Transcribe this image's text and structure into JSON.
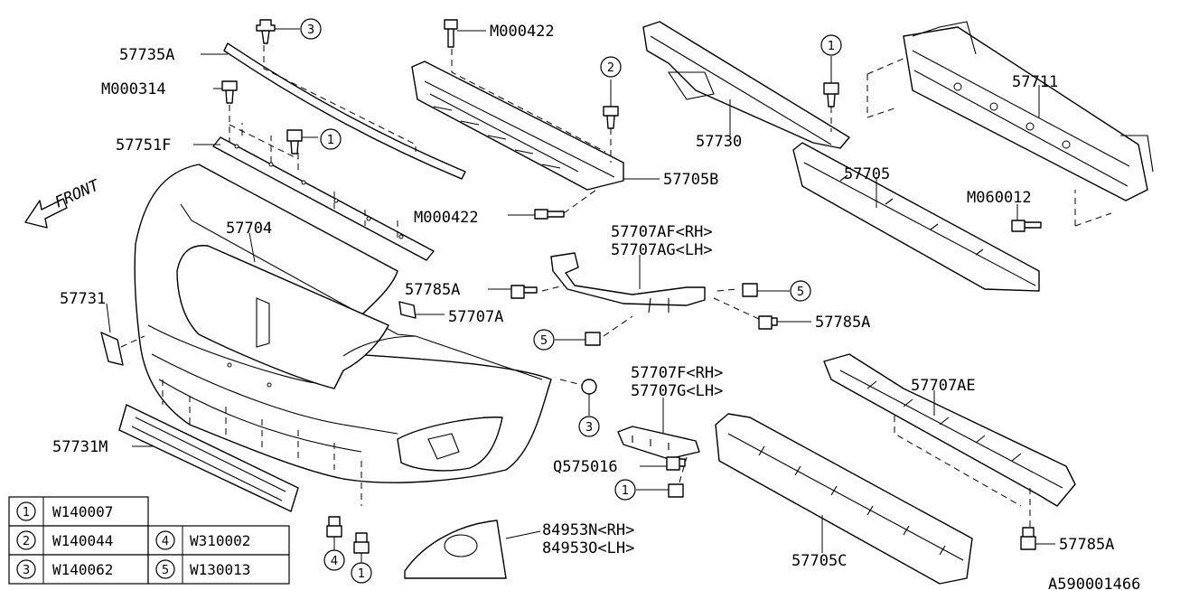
{
  "labels": {
    "p57735A": "57735A",
    "pM000314": "M000314",
    "p57751F": "57751F",
    "pM000422_top": "M000422",
    "pM000422_mid": "M000422",
    "p57705B": "57705B",
    "p57730": "57730",
    "p57711": "57711",
    "p57705": "57705",
    "pM060012": "M060012",
    "front": "FRONT",
    "p57704": "57704",
    "p57707AF": "57707AF<RH>",
    "p57707AG": "57707AG<LH>",
    "p57785A_left": "57785A",
    "p57785A_right": "57785A",
    "p57785A_bottom": "57785A",
    "p57731": "57731",
    "p57707A": "57707A",
    "p57707F": "57707F<RH>",
    "p57707G": "57707G<LH>",
    "p57707AE": "57707AE",
    "p57731M": "57731M",
    "pQ575016": "Q575016",
    "p84953N": "84953N<RH>",
    "p84953O": "84953O<LH>",
    "p57705C": "57705C",
    "diagram_id": "A590001466"
  },
  "callouts": {
    "c3_top": "3",
    "c1_a": "1",
    "c2": "2",
    "c1_b": "1",
    "c5_a": "5",
    "c5_b": "5",
    "c3_b": "3",
    "c1_c": "1",
    "c4": "4",
    "c1_d": "1"
  },
  "legend": [
    {
      "num": "1",
      "part": "W140007"
    },
    {
      "num": "2",
      "part": "W140044"
    },
    {
      "num": "3",
      "part": "W140062"
    },
    {
      "num": "4",
      "part": "W310002"
    },
    {
      "num": "5",
      "part": "W130013"
    }
  ]
}
